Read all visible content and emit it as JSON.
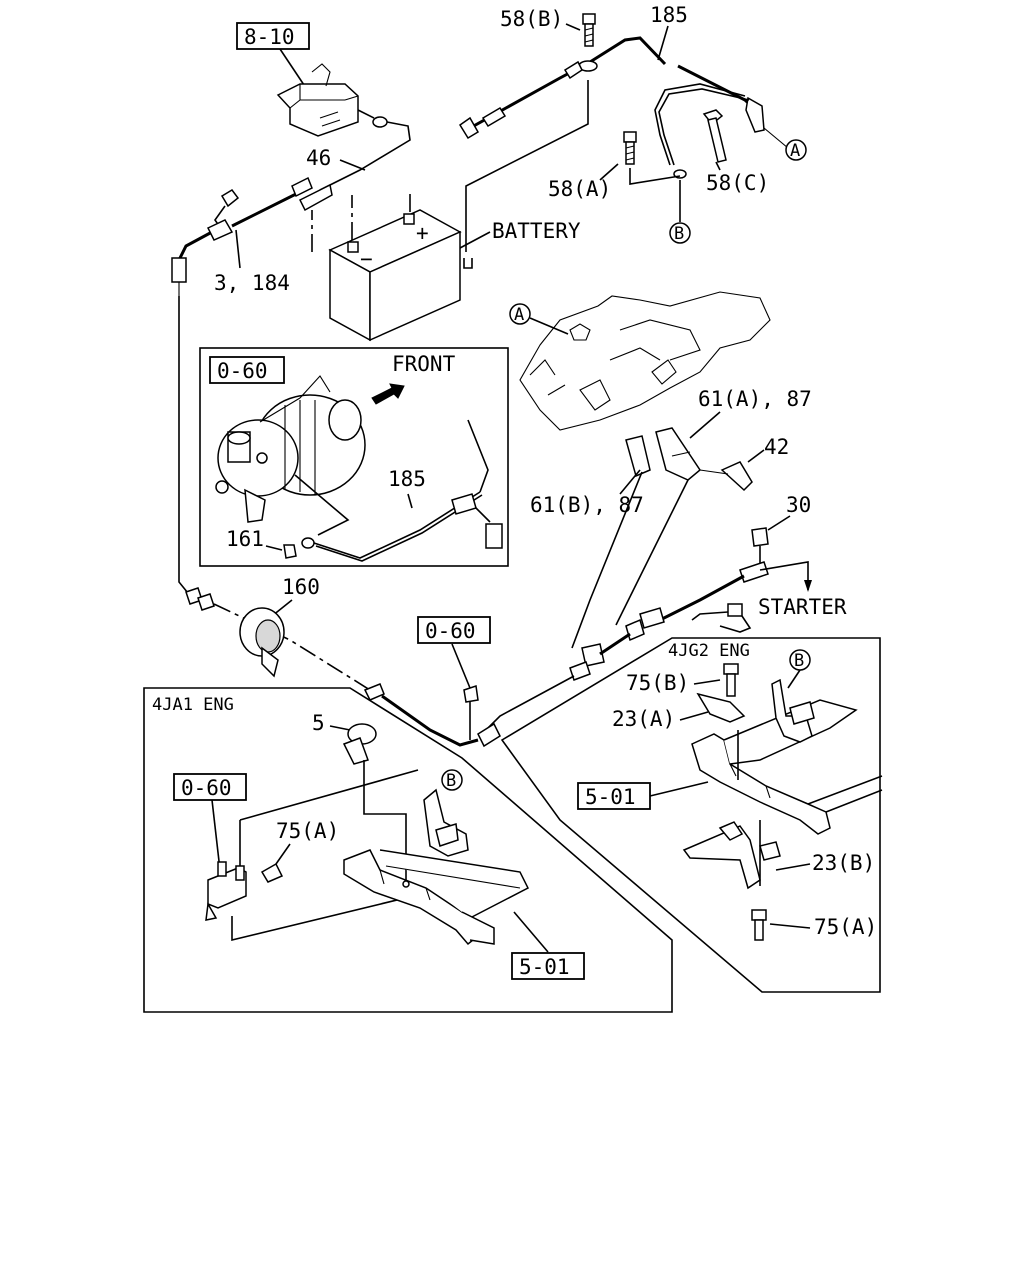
{
  "labels": {
    "ref_8_10": "8-10",
    "p58b": "58(B)",
    "p185_top": "185",
    "p46": "46",
    "p58a": "58(A)",
    "p58c": "58(C)",
    "p3_184": "3, 184",
    "battery": "BATTERY",
    "battery_minus": "−",
    "battery_plus": "+",
    "ref_0_60_inset": "0-60",
    "front": "FRONT",
    "p185_inset": "185",
    "p161": "161",
    "p61a_87": "61(A), 87",
    "p42": "42",
    "p61b_87": "61(B), 87",
    "p30": "30",
    "starter": "STARTER",
    "p160": "160",
    "ref_0_60_mid": "0-60",
    "eng_4jg2": "4JG2 ENG",
    "p75b": "75(B)",
    "p23a": "23(A)",
    "ref_5_01_right": "5-01",
    "p23b": "23(B)",
    "p75a_right": "75(A)",
    "eng_4ja1": "4JA1 ENG",
    "p5": "5",
    "ref_0_60_left": "0-60",
    "p75a_left": "75(A)",
    "ref_5_01_left": "5-01"
  },
  "callouts": {
    "a1": "A",
    "a2": "A",
    "b1": "B",
    "b2": "B",
    "b3": "B"
  }
}
